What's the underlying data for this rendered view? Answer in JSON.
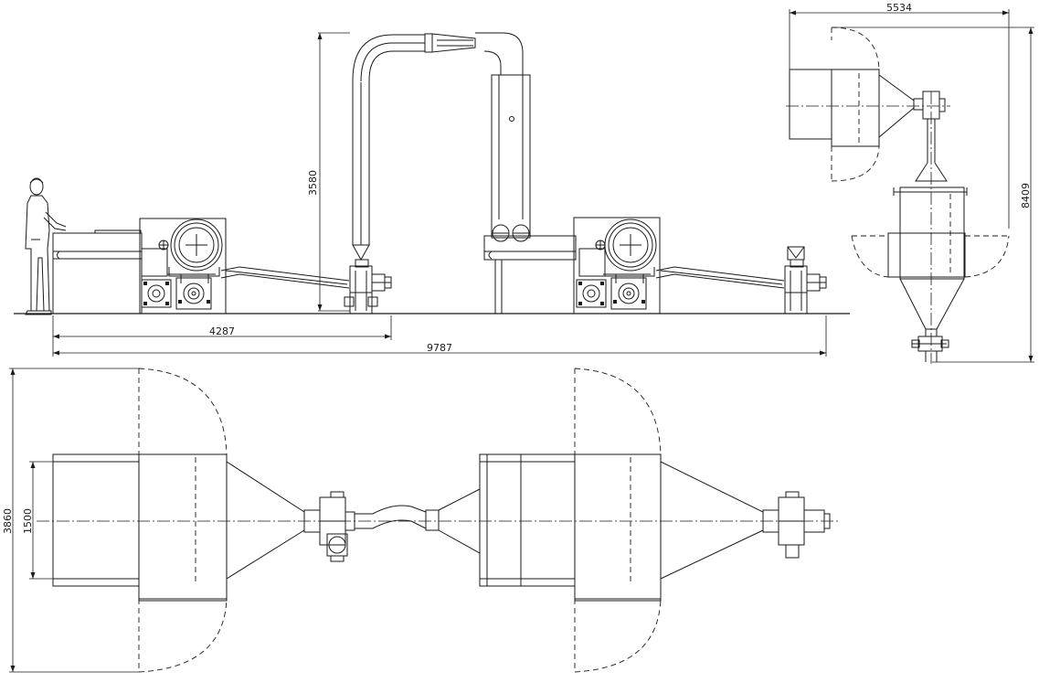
{
  "diagram": {
    "dimensions": {
      "total_length": "9787",
      "first_machine_span": "4287",
      "duct_height": "3580",
      "side_width": "5534",
      "side_height": "8409",
      "plan_width": "3860",
      "plan_inner_width": "1500"
    }
  }
}
